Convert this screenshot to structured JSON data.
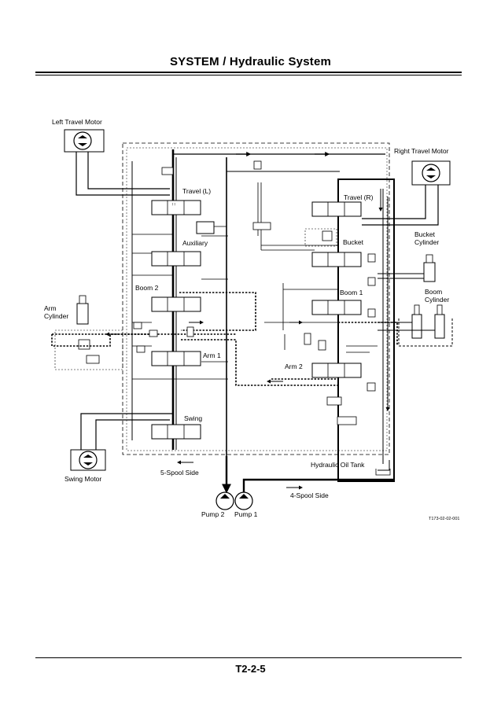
{
  "header": {
    "title": "SYSTEM / Hydraulic System"
  },
  "footer": {
    "page_number": "T2-2-5"
  },
  "diagram": {
    "labels": {
      "left_travel_motor": "Left Travel Motor",
      "right_travel_motor": "Right Travel Motor",
      "travel_l": "Travel (L)",
      "travel_r": "Travel (R)",
      "auxiliary": "Auxiliary",
      "bucket": "Bucket",
      "bucket_cylinder_1": "Bucket",
      "bucket_cylinder_2": "Cylinder",
      "boom_2": "Boom 2",
      "boom_1": "Boom 1",
      "boom_cylinder_1": "Boom",
      "boom_cylinder_2": "Cylinder",
      "arm_cylinder_1": "Arm",
      "arm_cylinder_2": "Cylinder",
      "arm_1": "Arm 1",
      "arm_2": "Arm 2",
      "swing": "Swing",
      "swing_motor": "Swing Motor",
      "hydraulic_oil_tank": "Hydraulic Oil Tank",
      "five_spool_side": "5-Spool Side",
      "four_spool_side": "4-Spool Side",
      "pump_2": "Pump 2",
      "pump_1": "Pump 1",
      "figure_code": "T173-02-02-001"
    }
  }
}
